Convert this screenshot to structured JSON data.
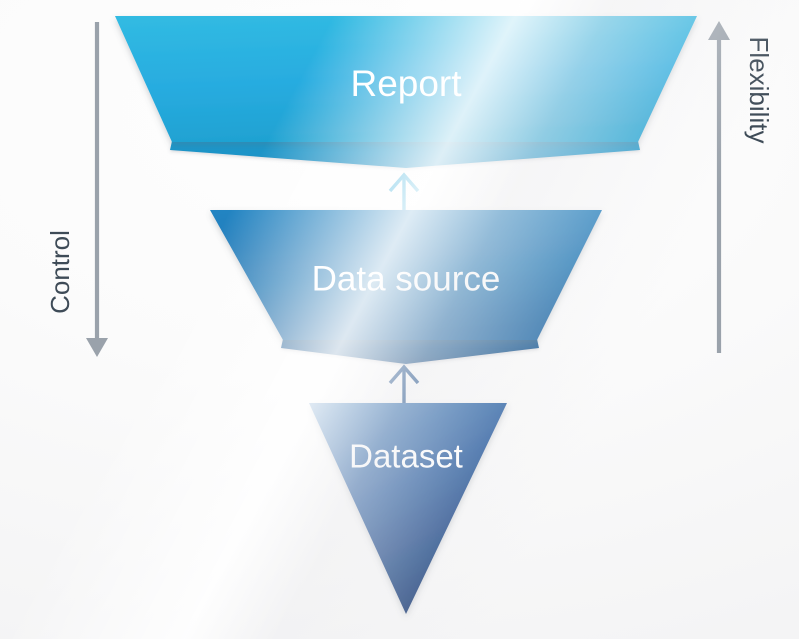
{
  "diagram": {
    "type": "inverted-funnel",
    "title": "",
    "background_color": "#f7f7f8",
    "levels": [
      {
        "id": "report",
        "label": "Report",
        "shape": "trapezoid-inverted",
        "fill_top": "#2fb8e0",
        "fill_bottom": "#22a5d4",
        "fold_color": "#1d93c4",
        "label_color": "#ffffff",
        "order": 1
      },
      {
        "id": "data-source",
        "label": "Data source",
        "shape": "trapezoid-inverted",
        "fill_top": "#2180bd",
        "fill_bottom": "#1c6ead",
        "fold_color": "#17568f",
        "label_color": "#ffffff",
        "order": 2
      },
      {
        "id": "dataset",
        "label": "Dataset",
        "shape": "triangle-down",
        "fill_top": "#2a6aac",
        "fill_bottom": "#1d3f78",
        "fold_color": "#1d3f78",
        "label_color": "#ffffff",
        "order": 3
      }
    ],
    "connectors": [
      {
        "id": "connector-source-to-report",
        "from": "data-source",
        "to": "report",
        "direction": "up",
        "color": "#2aa8d8"
      },
      {
        "id": "connector-dataset-to-source",
        "from": "dataset",
        "to": "data-source",
        "direction": "up",
        "color": "#1e4f8a"
      }
    ],
    "axes": [
      {
        "id": "control-axis",
        "label": "Control",
        "side": "left",
        "direction": "down",
        "color": "#9099a3",
        "label_color": "#3e4b57",
        "meaning": "Control increases toward the Dataset level"
      },
      {
        "id": "flexibility-axis",
        "label": "Flexibility",
        "side": "right",
        "direction": "up",
        "color": "#9099a3",
        "label_color": "#3e4b57",
        "meaning": "Flexibility increases toward the Report level"
      }
    ]
  }
}
